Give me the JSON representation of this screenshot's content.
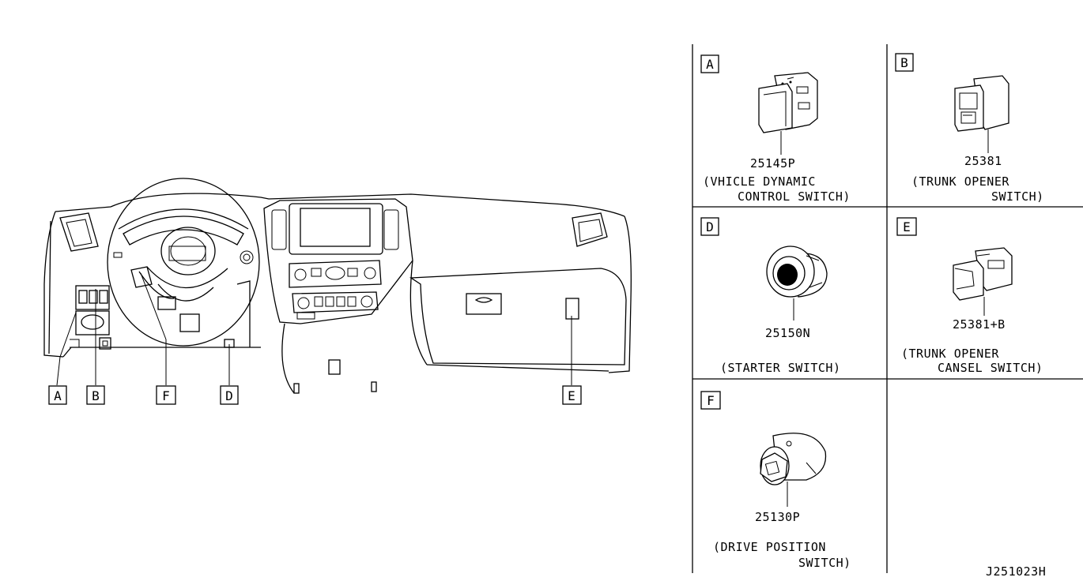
{
  "callouts": [
    "A",
    "B",
    "F",
    "D",
    "E"
  ],
  "panels": [
    {
      "letter": "A",
      "part": "25145P",
      "desc1": "(VHICLE DYNAMIC",
      "desc2": "CONTROL SWITCH)"
    },
    {
      "letter": "B",
      "part": "25381",
      "desc1": "(TRUNK OPENER",
      "desc2": "SWITCH)"
    },
    {
      "letter": "D",
      "part": "25150N",
      "desc1": "(STARTER SWITCH)",
      "desc2": ""
    },
    {
      "letter": "E",
      "part": "25381+B",
      "desc1": "(TRUNK OPENER",
      "desc2": "CANSEL SWITCH)"
    },
    {
      "letter": "F",
      "part": "25130P",
      "desc1": "(DRIVE POSITION",
      "desc2": "SWITCH)"
    }
  ],
  "diagram_code": "J251023H"
}
